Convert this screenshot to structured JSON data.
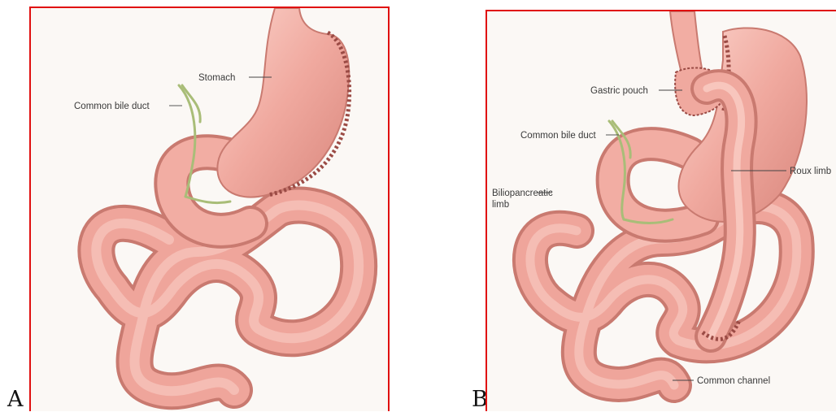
{
  "panels": [
    {
      "letter": "A",
      "labels": {
        "stomach": "Stomach",
        "common_bile_duct": "Common bile duct"
      }
    },
    {
      "letter": "B",
      "labels": {
        "gastric_pouch": "Gastric pouch",
        "common_bile_duct": "Common bile duct",
        "biliopancreatic_limb_line1": "Biliopancreatic",
        "biliopancreatic_limb_line2": "limb",
        "roux_limb": "Roux limb",
        "common_channel": "Common channel"
      }
    }
  ],
  "colors": {
    "frame": "#e01010",
    "intestine": "#f0a99f",
    "intestine_shadow": "#d9877d",
    "intestine_highlight": "#fbd3cb",
    "bile_duct": "#b5c78a",
    "background": "#fbf8f5"
  }
}
